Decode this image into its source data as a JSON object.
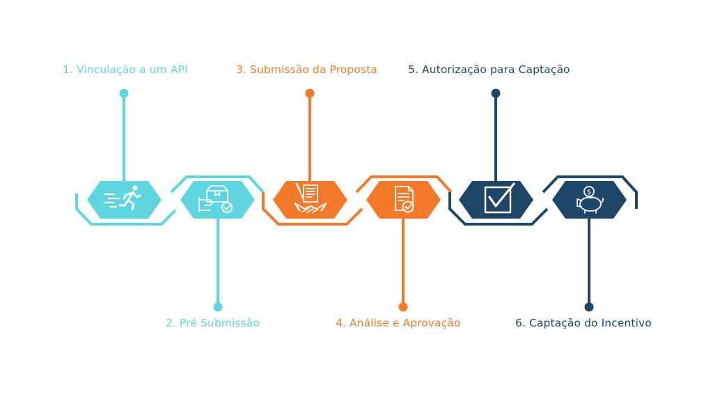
{
  "colors": {
    "cyan": "#5ed6e0",
    "orange": "#f47a2a",
    "navy": "#1e4668",
    "background": "#ffffff",
    "icon": "#ffffff"
  },
  "steps": [
    {
      "label": "1. Vinculação a um API",
      "color": "cyan",
      "icon": "running-person-icon"
    },
    {
      "label": "2. Pré Submissão",
      "color": "cyan",
      "icon": "package-check-icon"
    },
    {
      "label": "3. Submissão da Proposta",
      "color": "orange",
      "icon": "document-handshake-icon"
    },
    {
      "label": "4. Análise e Aprovação",
      "color": "orange",
      "icon": "document-check-icon"
    },
    {
      "label": "5. Autorização para Captação",
      "color": "navy",
      "icon": "checkbox-icon"
    },
    {
      "label": "6. Captação do Incentivo",
      "color": "navy",
      "icon": "piggy-bank-icon"
    }
  ]
}
